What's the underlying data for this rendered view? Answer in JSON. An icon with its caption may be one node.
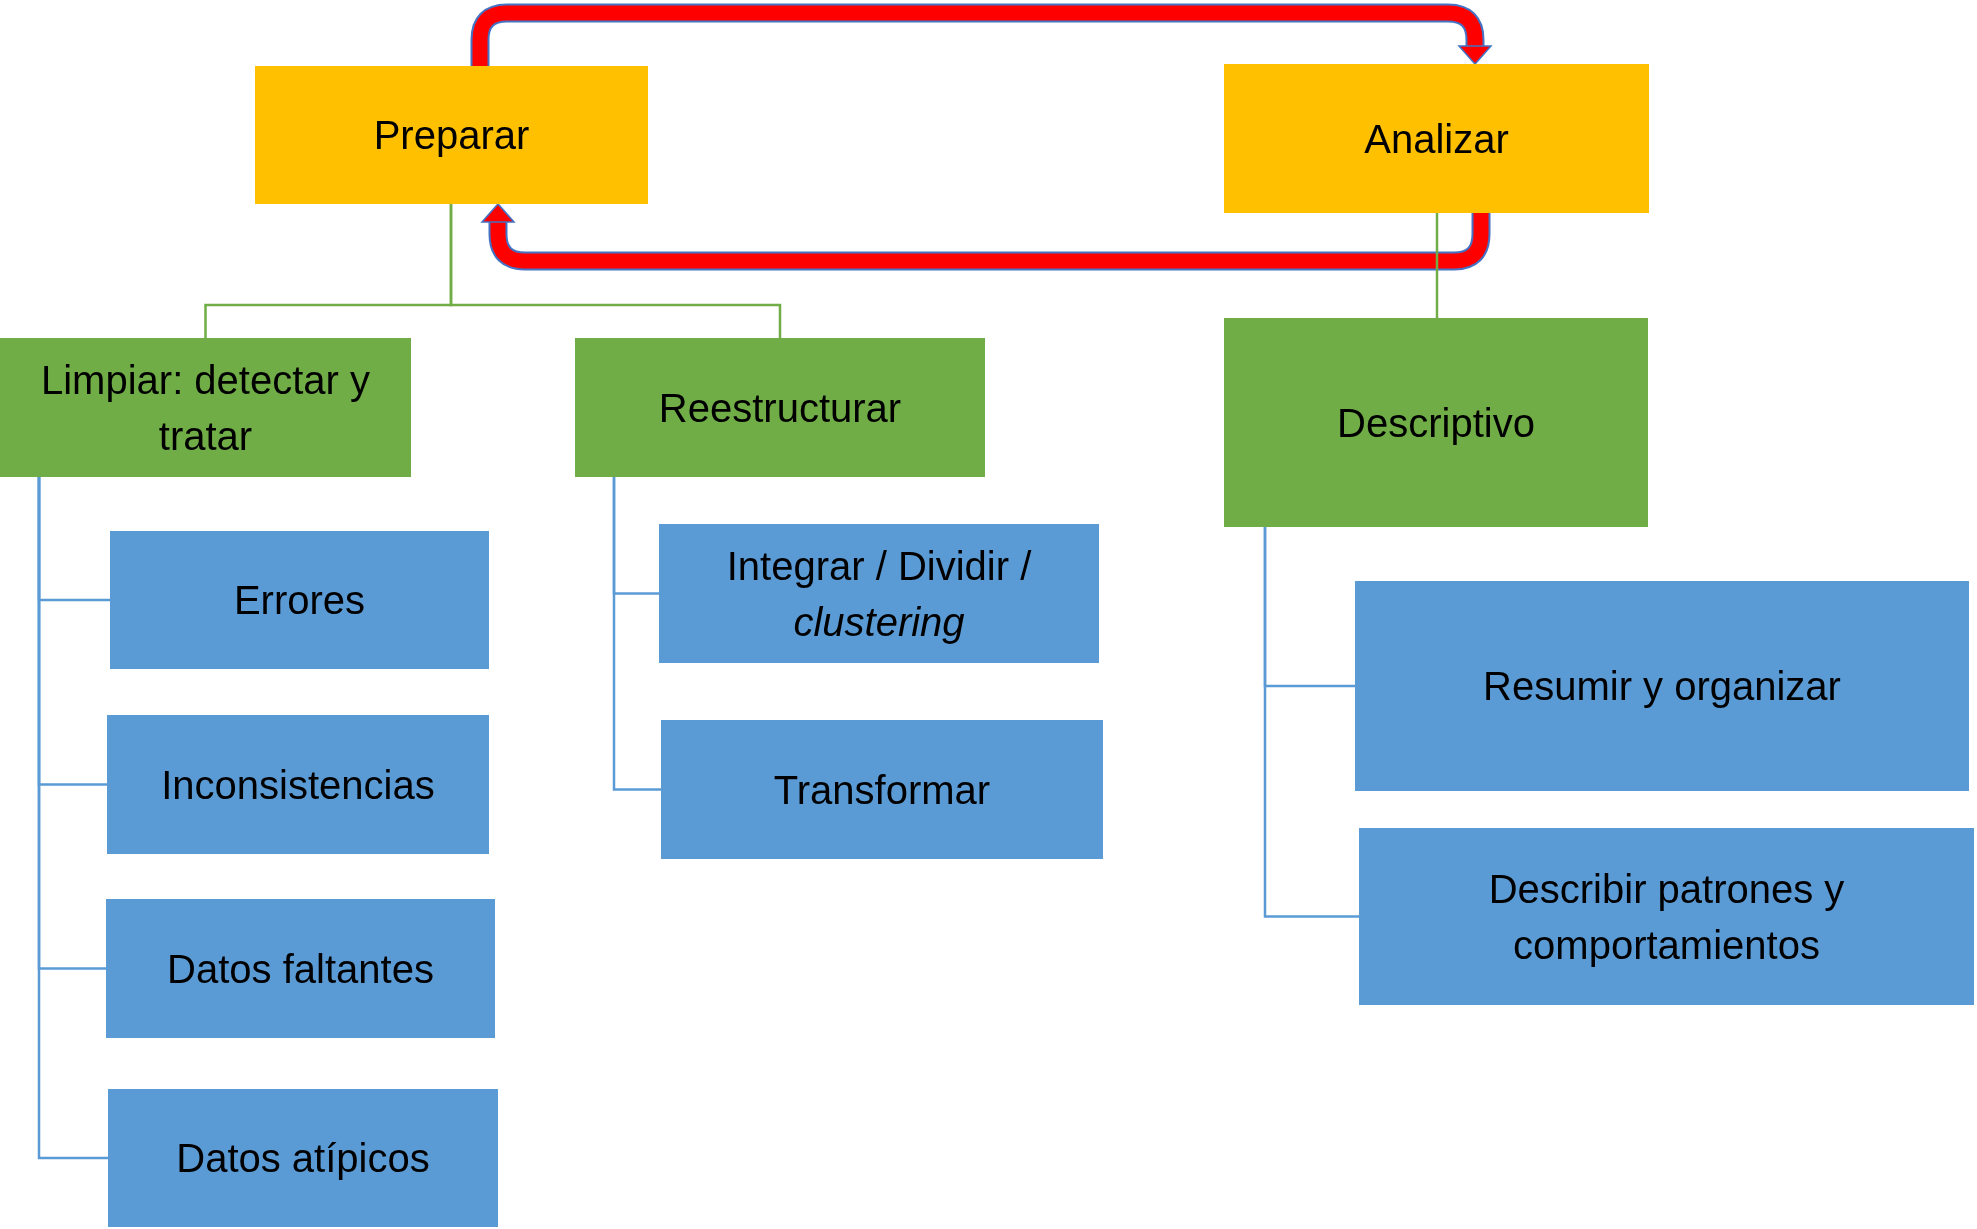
{
  "diagram": {
    "nodes": [
      {
        "text": [
          "Preparar"
        ]
      },
      {
        "text": [
          "Analizar"
        ]
      },
      {
        "text": [
          "Limpiar: detectar y tratar"
        ]
      },
      {
        "text": [
          "Reestructurar"
        ]
      },
      {
        "text": [
          "Descriptivo"
        ]
      },
      {
        "text": [
          "Errores"
        ]
      },
      {
        "text": [
          "Inconsistencias"
        ]
      },
      {
        "text": [
          "Datos faltantes"
        ]
      },
      {
        "text": [
          "Datos atípicos"
        ]
      },
      {
        "text": [
          "Integrar / Dividir / *clustering*"
        ]
      },
      {
        "text": [
          "Transformar"
        ]
      },
      {
        "text": [
          "Resumir y organizar"
        ]
      },
      {
        "text": [
          "Describir patrones y comportamientos"
        ]
      }
    ],
    "edges": [
      {
        "from": 0,
        "to": 1,
        "arrow": "to",
        "style": "thick",
        "color": "#ff0000"
      },
      {
        "from": 1,
        "to": 0,
        "arrow": "to",
        "style": "thick",
        "color": "#ff0000"
      },
      {
        "from": 0,
        "to": 2,
        "arrow": "none",
        "color": "#70ad47"
      },
      {
        "from": 0,
        "to": 3,
        "arrow": "none",
        "color": "#70ad47"
      },
      {
        "from": 1,
        "to": 4,
        "arrow": "none",
        "color": "#70ad47"
      },
      {
        "from": 2,
        "to": 5,
        "arrow": "none"
      },
      {
        "from": 2,
        "to": 6,
        "arrow": "none"
      },
      {
        "from": 2,
        "to": 7,
        "arrow": "none"
      },
      {
        "from": 2,
        "to": 8,
        "arrow": "none"
      },
      {
        "from": 3,
        "to": 9,
        "arrow": "none"
      },
      {
        "from": 3,
        "to": 10,
        "arrow": "none"
      },
      {
        "from": 4,
        "to": 11,
        "arrow": "none"
      },
      {
        "from": 4,
        "to": 12,
        "arrow": "none"
      }
    ]
  }
}
